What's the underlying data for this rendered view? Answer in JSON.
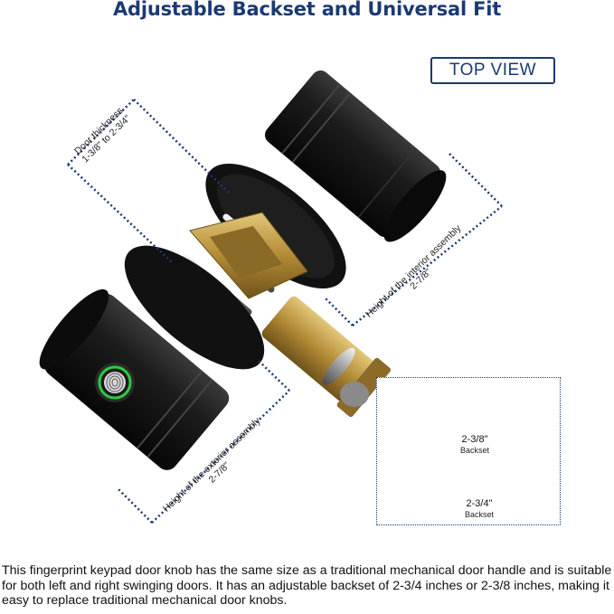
{
  "title": "Adjustable Backset and Universal Fit",
  "view_label": "TOP VIEW",
  "door_thickness": {
    "line1": "Door thickness",
    "line2": "1-3/8\" to 2-3/4\""
  },
  "interior": {
    "label": "Height of the interior assembly",
    "value": "2-7/8\""
  },
  "exterior": {
    "label": "Height of the exterior assembly",
    "value": "2-7/8\""
  },
  "backsets": [
    {
      "value": "2-3/8\"",
      "label": "Backset"
    },
    {
      "value": "2-3/4\"",
      "label": "Backset"
    }
  ],
  "description": "This fingerprint keypad door knob has the same size as a traditional mechanical door handle and is suitable for both left and right swinging doors. It has an adjustable backset of 2-3/4 inches or 2-3/8 inches, making it easy to replace traditional mechanical door knobs.",
  "colors": {
    "title": "#1b3a73",
    "dimension_line": "#1b3a73",
    "lock_body": "#141414",
    "brass": "#b8923a",
    "fingerprint_ring": "#2ecc40"
  }
}
